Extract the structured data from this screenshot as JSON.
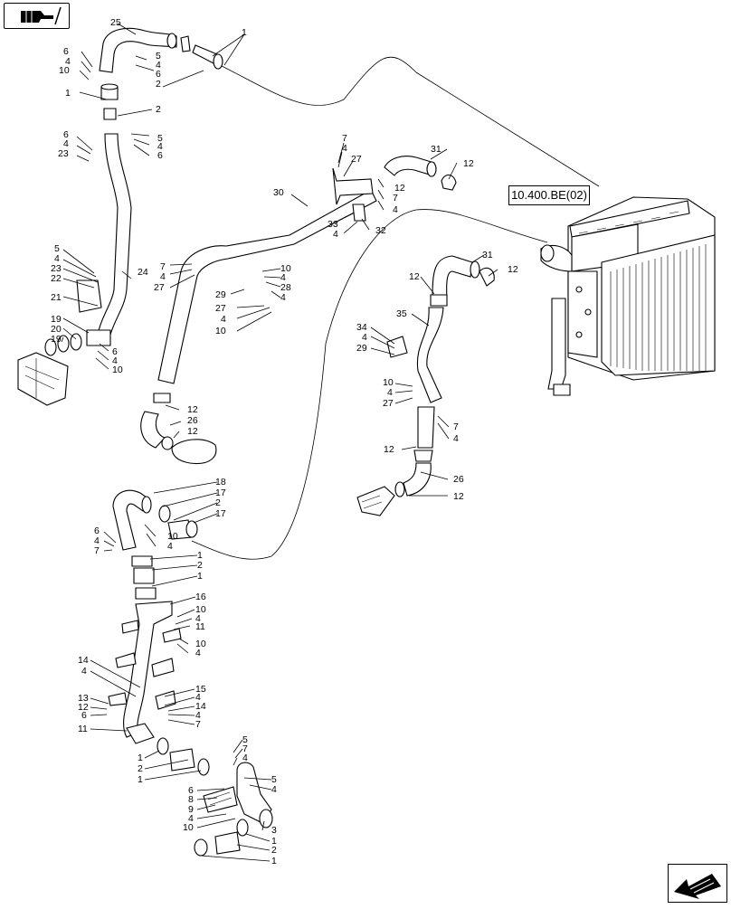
{
  "navigation": {
    "prev_icon": "hand-pointing-right-icon",
    "next_icon": "arrow-down-left-icon"
  },
  "reference": {
    "label": "10.400.BE(02)"
  },
  "callouts": {
    "n1": "1",
    "n2": "2",
    "n3": "3",
    "n4": "4",
    "n5": "5",
    "n6": "6",
    "n7": "7",
    "n8": "8",
    "n9": "9",
    "n10": "10",
    "n11": "11",
    "n12": "12",
    "n13": "13",
    "n14": "14",
    "n15": "15",
    "n16": "16",
    "n17": "17",
    "n18": "18",
    "n19": "19",
    "n20": "20",
    "n21": "21",
    "n22": "22",
    "n23": "23",
    "n24": "24",
    "n25": "25",
    "n26": "26",
    "n27": "27",
    "n28": "28",
    "n29": "29",
    "n30": "30",
    "n31": "31",
    "n32": "32",
    "n33": "33",
    "n34": "34",
    "n35": "35"
  }
}
